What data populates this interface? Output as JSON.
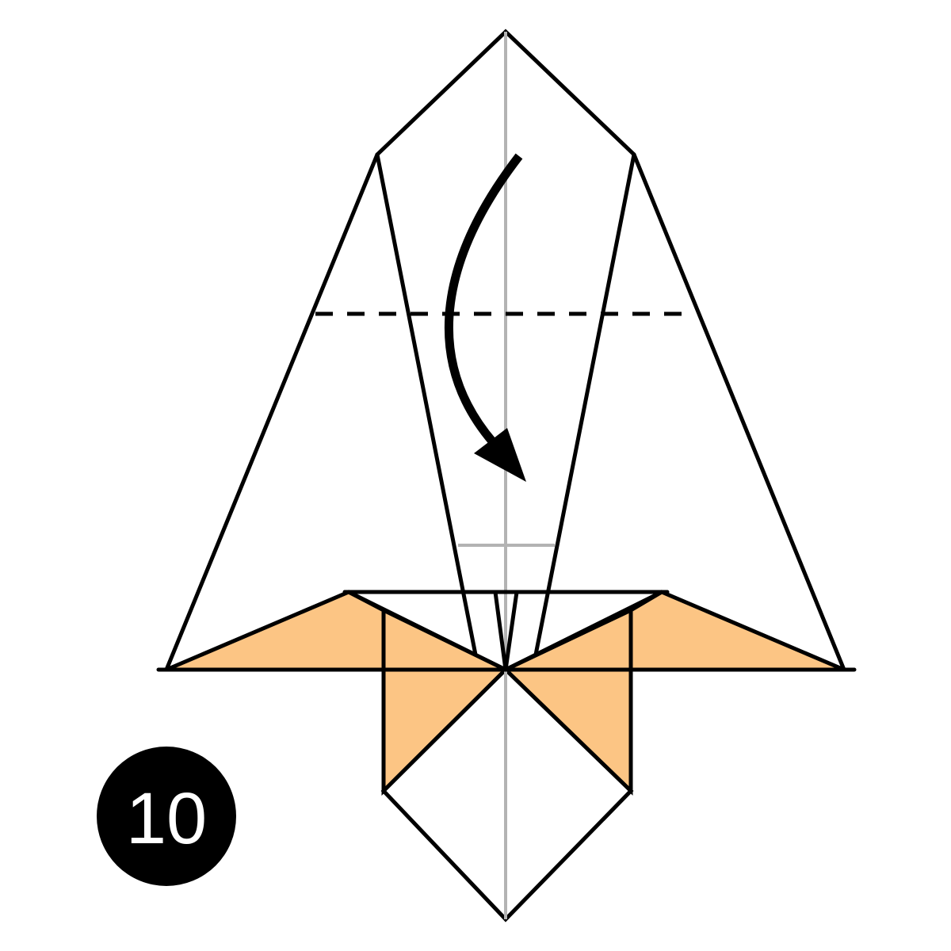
{
  "step": {
    "number": "10"
  },
  "colors": {
    "paper_color_side": "#fcc584",
    "paper_white_side": "#ffffff",
    "outline": "#000000",
    "guide_crease": "#b3b3b3",
    "badge_background": "#000000",
    "badge_text": "#ffffff"
  },
  "diagram": {
    "fold_type": "valley-fold",
    "arrow_direction": "down",
    "icons": [
      "fold-arrow-icon",
      "valley-fold-line",
      "center-crease-line"
    ]
  }
}
